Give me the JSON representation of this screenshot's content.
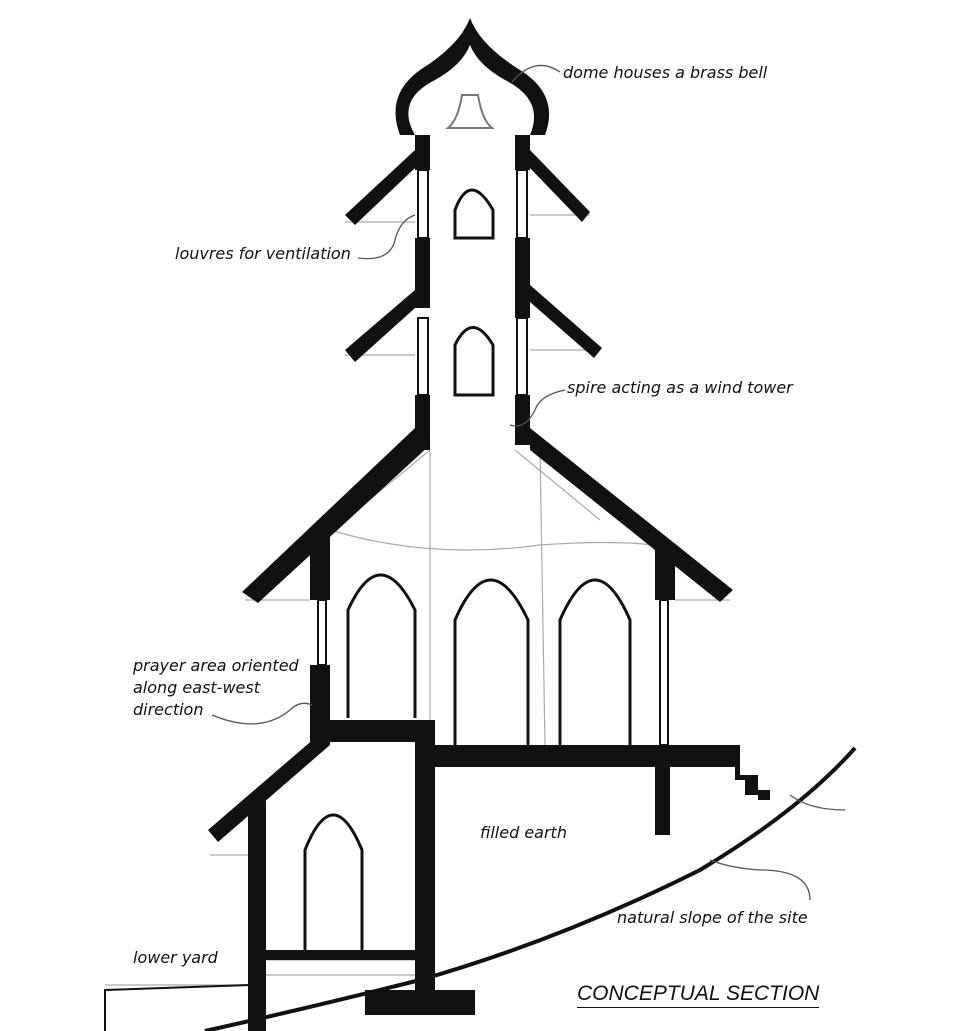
{
  "title": "CONCEPTUAL SECTION",
  "labels": {
    "dome": "dome houses a brass bell",
    "louvres": "louvres for ventilation",
    "spire": "spire acting as a wind tower",
    "prayer_1": "prayer area oriented",
    "prayer_2": "along east-west",
    "prayer_3": "direction",
    "filled_earth": "filled earth",
    "slope": "natural slope  of the site",
    "lower_yard": "lower yard"
  },
  "colors": {
    "ink": "#111111",
    "pencil": "#9a9a9a",
    "paper": "#ffffff"
  }
}
